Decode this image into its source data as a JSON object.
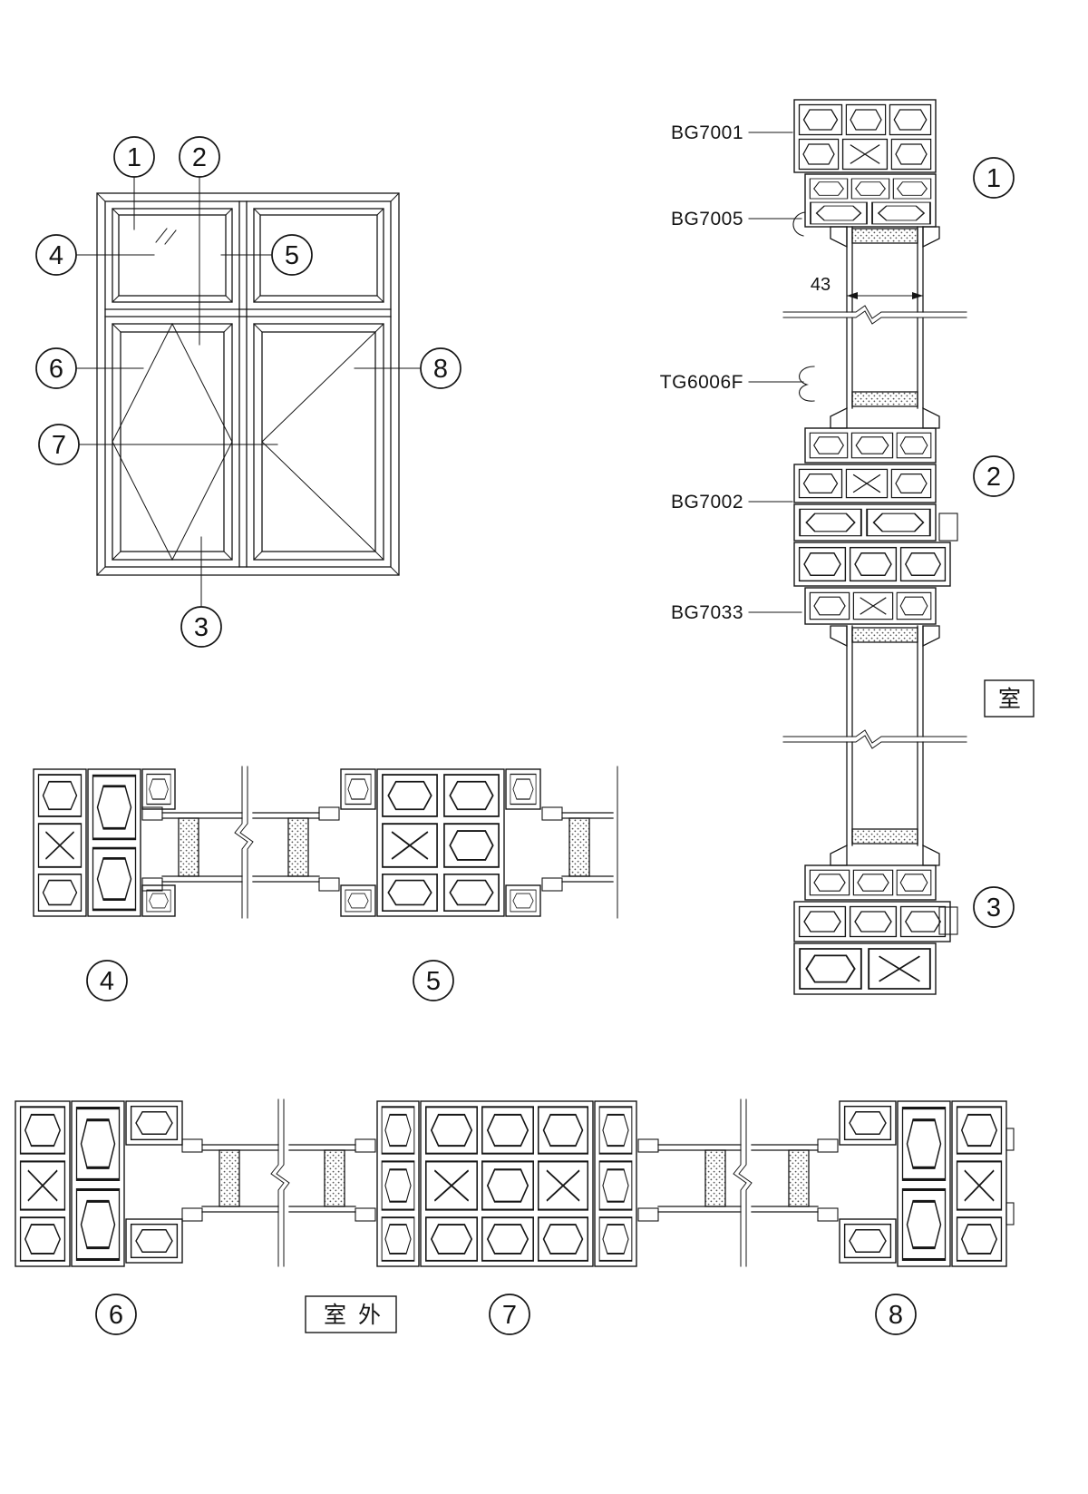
{
  "page": {
    "background": "#ffffff",
    "line_color": "#161616",
    "description_labels_present": true
  },
  "elevation": {
    "callouts": {
      "c1": "1",
      "c2": "2",
      "c3": "3",
      "c4": "4",
      "c5": "5",
      "c6": "6",
      "c7": "7",
      "c8": "8"
    }
  },
  "vertical_section": {
    "labels": {
      "l1": "BG7001",
      "l2": "BG7005",
      "l3": "TG6006F",
      "l4": "BG7002",
      "l5": "BG7033"
    },
    "dimension": {
      "glass_unit_width": "43"
    },
    "callouts": {
      "v1": "1",
      "v2": "2",
      "v3": "3"
    },
    "room_label": "室"
  },
  "mid_section": {
    "callouts": {
      "m4": "4",
      "m5": "5"
    }
  },
  "bottom_section": {
    "callouts": {
      "b6": "6",
      "b7": "7",
      "b8": "8"
    },
    "room_label": "室 外"
  }
}
